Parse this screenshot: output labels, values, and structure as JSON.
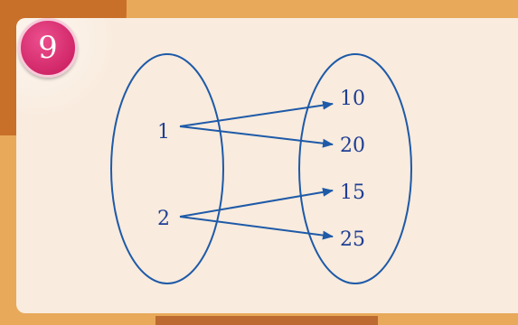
{
  "badge": {
    "number": "9",
    "color": "#d62b6d"
  },
  "diagram": {
    "domain": [
      "1",
      "2"
    ],
    "codomain": [
      "10",
      "20",
      "15",
      "25"
    ],
    "mappings": [
      {
        "from": "1",
        "to": "10"
      },
      {
        "from": "1",
        "to": "20"
      },
      {
        "from": "2",
        "to": "15"
      },
      {
        "from": "2",
        "to": "25"
      }
    ],
    "line_color": "#1e5aa8"
  }
}
